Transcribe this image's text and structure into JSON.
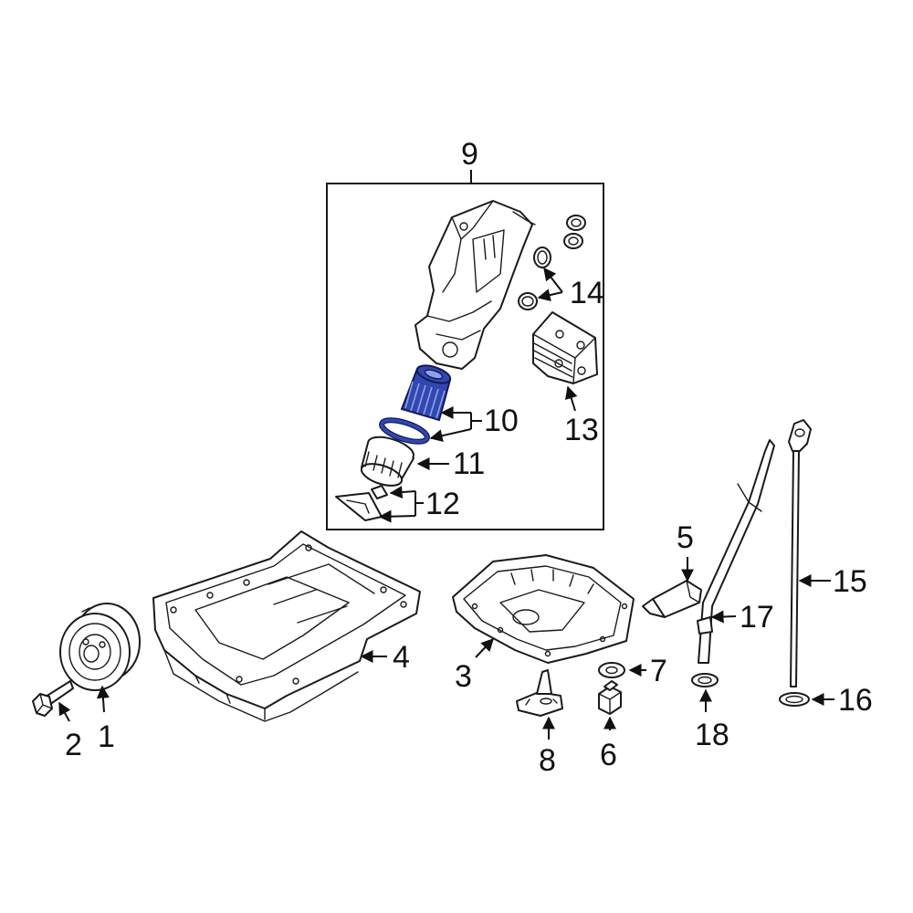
{
  "colors": {
    "line": "#1a1a1a",
    "highlight": "#3347b0",
    "background": "#ffffff"
  },
  "callouts": {
    "c1": "1",
    "c2": "2",
    "c3": "3",
    "c4": "4",
    "c5": "5",
    "c6": "6",
    "c7": "7",
    "c8": "8",
    "c9": "9",
    "c10": "10",
    "c11": "11",
    "c12": "12",
    "c13": "13",
    "c14": "14",
    "c15": "15",
    "c16": "16",
    "c17": "17",
    "c18": "18"
  },
  "highlighted_parts": [
    "10"
  ]
}
